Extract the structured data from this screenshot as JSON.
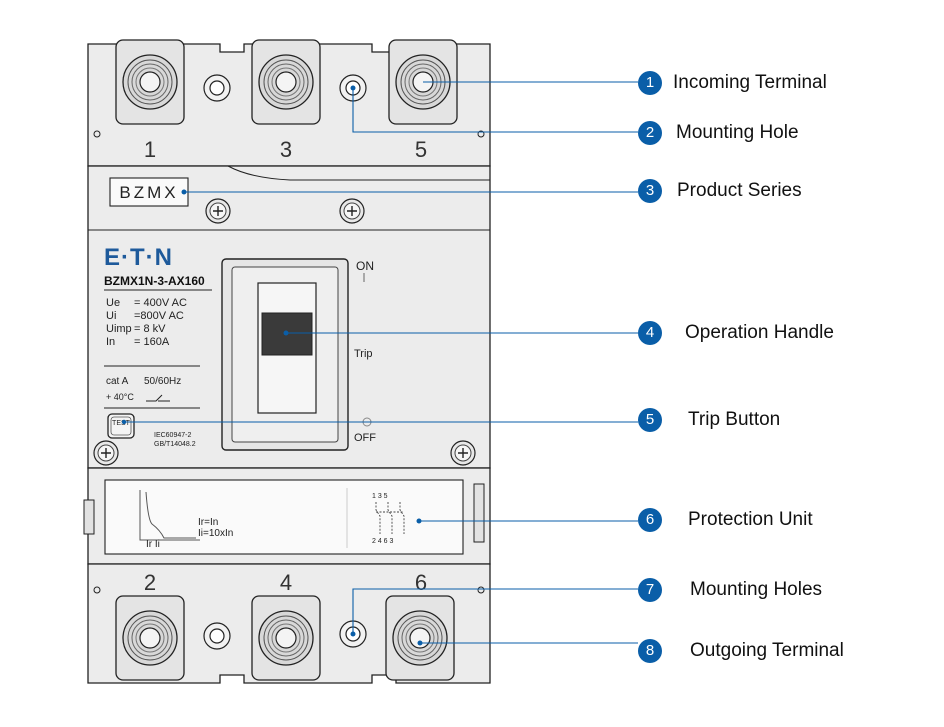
{
  "breaker": {
    "series_label": "BZMX",
    "brand": "E·T·N",
    "model": "BZMX1N-3-AX160",
    "ratings": [
      {
        "key": "Ue",
        "value": "= 400V  AC"
      },
      {
        "key": "Ui",
        "value": "=800V  AC"
      },
      {
        "key": "Uimp",
        "value": "= 8  kV"
      },
      {
        "key": "In",
        "value": "= 160A"
      }
    ],
    "category": "cat A",
    "frequency": "50/60Hz",
    "temperature": "+ 40°C",
    "test_label": "TEST",
    "standards": [
      "IEC60947-2",
      "GB/T14048.2"
    ],
    "handle_on": "ON",
    "handle_trip": "Trip",
    "handle_off": "OFF",
    "top_terminals": [
      "1",
      "3",
      "5"
    ],
    "bottom_terminals": [
      "2",
      "4",
      "6"
    ],
    "protection": {
      "curve_labels": "Ir  Ii",
      "ir": "Ir=In",
      "ii": "Ii=10xIn",
      "schematic_top": "1  3  5",
      "schematic_bottom": "2  4  6  3"
    }
  },
  "callouts": [
    {
      "number": "1",
      "label": "Incoming Terminal"
    },
    {
      "number": "2",
      "label": "Mounting Hole"
    },
    {
      "number": "3",
      "label": "Product Series"
    },
    {
      "number": "4",
      "label": "Operation Handle"
    },
    {
      "number": "5",
      "label": "Trip Button"
    },
    {
      "number": "6",
      "label": "Protection Unit"
    },
    {
      "number": "7",
      "label": "Mounting Holes"
    },
    {
      "number": "8",
      "label": "Outgoing Terminal"
    }
  ],
  "colors": {
    "accent": "#0a5ea8",
    "body": "#ececec",
    "outline": "#222222"
  }
}
